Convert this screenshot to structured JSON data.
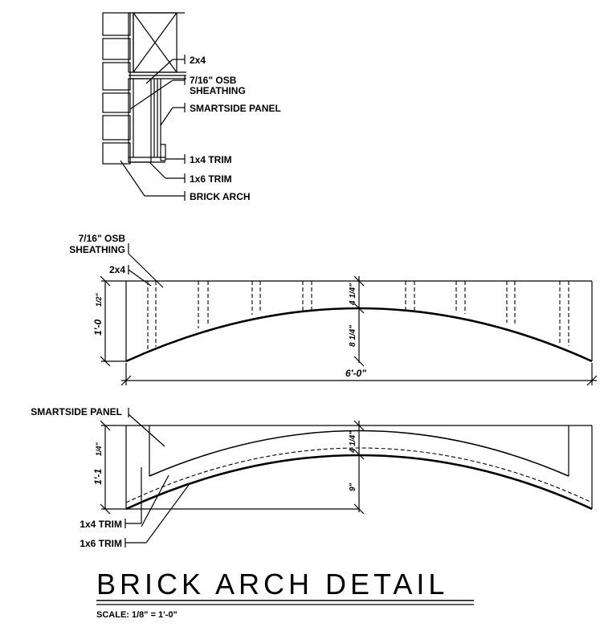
{
  "section_labels": {
    "stud": "2x4",
    "osb_line1": "7/16\" OSB",
    "osb_line2": "SHEATHING",
    "smartside": "SMARTSIDE PANEL",
    "trim_1x4": "1x4 TRIM",
    "trim_1x6": "1x6 TRIM",
    "brick_arch": "BRICK ARCH"
  },
  "framing_elevation": {
    "osb_line1": "7/16\" OSB",
    "osb_line2": "SHEATHING",
    "stud": "2x4",
    "height_dim": "1'-0",
    "height_dim_frac": "1/2\"",
    "top_dim": "4 1/4\"",
    "rise_dim": "8 1/4\"",
    "width_dim": "6'-0\""
  },
  "panel_elevation": {
    "smartside": "SMARTSIDE PANEL",
    "height_dim": "1'-1",
    "height_dim_frac": "1/4\"",
    "top_dim": "4 1/4\"",
    "rise_dim": "9\"",
    "trim_1x4": "1x4 TRIM",
    "trim_1x6": "1x6 TRIM"
  },
  "title": {
    "main": "BRICK ARCH DETAIL",
    "scale": "SCALE: 1/8\" = 1'-0\""
  }
}
